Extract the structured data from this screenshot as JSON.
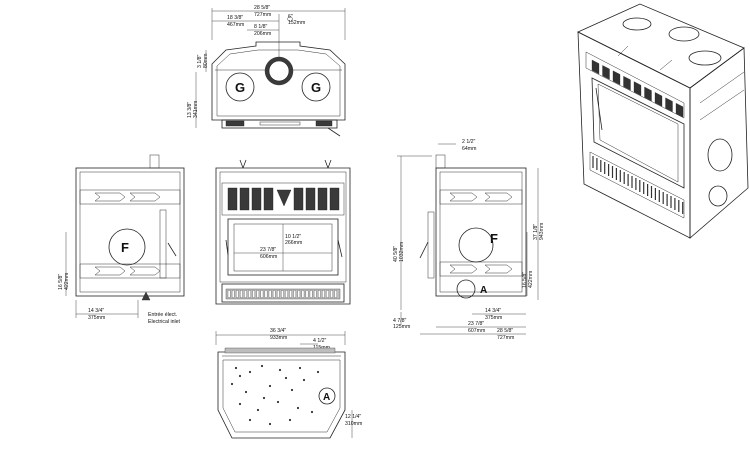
{
  "dimensions": {
    "top_overall_in": "28 5/8\"",
    "top_overall_mm": "727mm",
    "top_half_in": "18 3/8\"",
    "top_half_mm": "467mm",
    "top_collar_in": "8 1/8\"",
    "top_collar_mm": "206mm",
    "top_dia_in": "6\"",
    "top_dia_mm": "152mm",
    "top_depth_in": "3 1/8\"",
    "top_depth_mm": "80mm",
    "top_side_in": "13 3/8\"",
    "top_side_mm": "341mm",
    "front_opening_h_in": "10 1/2\"",
    "front_opening_h_mm": "266mm",
    "front_opening_w_in": "23 7/8\"",
    "front_opening_w_mm": "606mm",
    "left_height_in": "16 5/8\"",
    "left_height_mm": "422mm",
    "left_width_in": "14 3/4\"",
    "left_width_mm": "375mm",
    "elec_fr": "Entrée élect.",
    "elec_en": "Electrical inlet",
    "bottom_width_in": "36 3/4\"",
    "bottom_width_mm": "933mm",
    "bottom_offset_in": "4 1/2\"",
    "bottom_offset_mm": "115mm",
    "bottom_depth_in": "12 1/4\"",
    "bottom_depth_mm": "310mm",
    "right_top_in": "2 1/2\"",
    "right_top_mm": "64mm",
    "right_total_h_in": "40 5/8\"",
    "right_total_h_mm": "1032mm",
    "right_h_in": "37 1/8\"",
    "right_h_mm": "943mm",
    "right_side_h_in": "16 5/8\"",
    "right_side_h_mm": "422mm",
    "right_small_in": "4 7/8\"",
    "right_small_mm": "125mm",
    "right_w1_in": "14 3/4\"",
    "right_w1_mm": "375mm",
    "right_w2_in": "23 7/8\"",
    "right_w2_mm": "607mm",
    "right_w3_in": "28 5/8\"",
    "right_w3_mm": "727mm"
  },
  "labels": {
    "g": "G",
    "f": "F",
    "a": "A"
  }
}
